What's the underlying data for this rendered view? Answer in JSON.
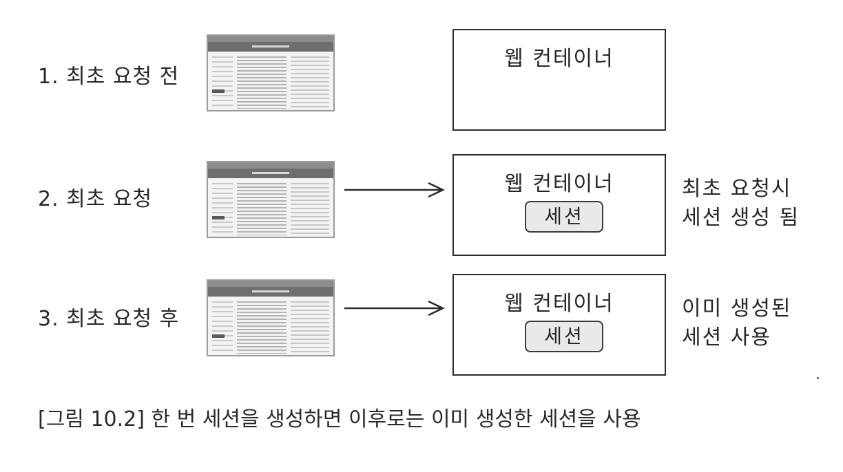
{
  "steps": [
    {
      "label": "1. 최초 요청 전",
      "container_title": "웹 컨테이너",
      "session": "",
      "note_lines": [
        "",
        ""
      ],
      "has_arrow": false
    },
    {
      "label": "2. 최초 요청",
      "container_title": "웹 컨테이너",
      "session": "세션",
      "note_lines": [
        "최초 요청시",
        "세션 생성 됨"
      ],
      "has_arrow": true
    },
    {
      "label": "3. 최초 요청 후",
      "container_title": "웹 컨테이너",
      "session": "세션",
      "note_lines": [
        "이미 생성된",
        "세션 사용"
      ],
      "has_arrow": true
    }
  ],
  "caption": "[그림 10.2] 한 번 세션을 생성하면 이후로는 이미 생성한 세션을 사용",
  "colors": {
    "line": "#2b2b2b",
    "session_fill": "#e9e9e9"
  }
}
